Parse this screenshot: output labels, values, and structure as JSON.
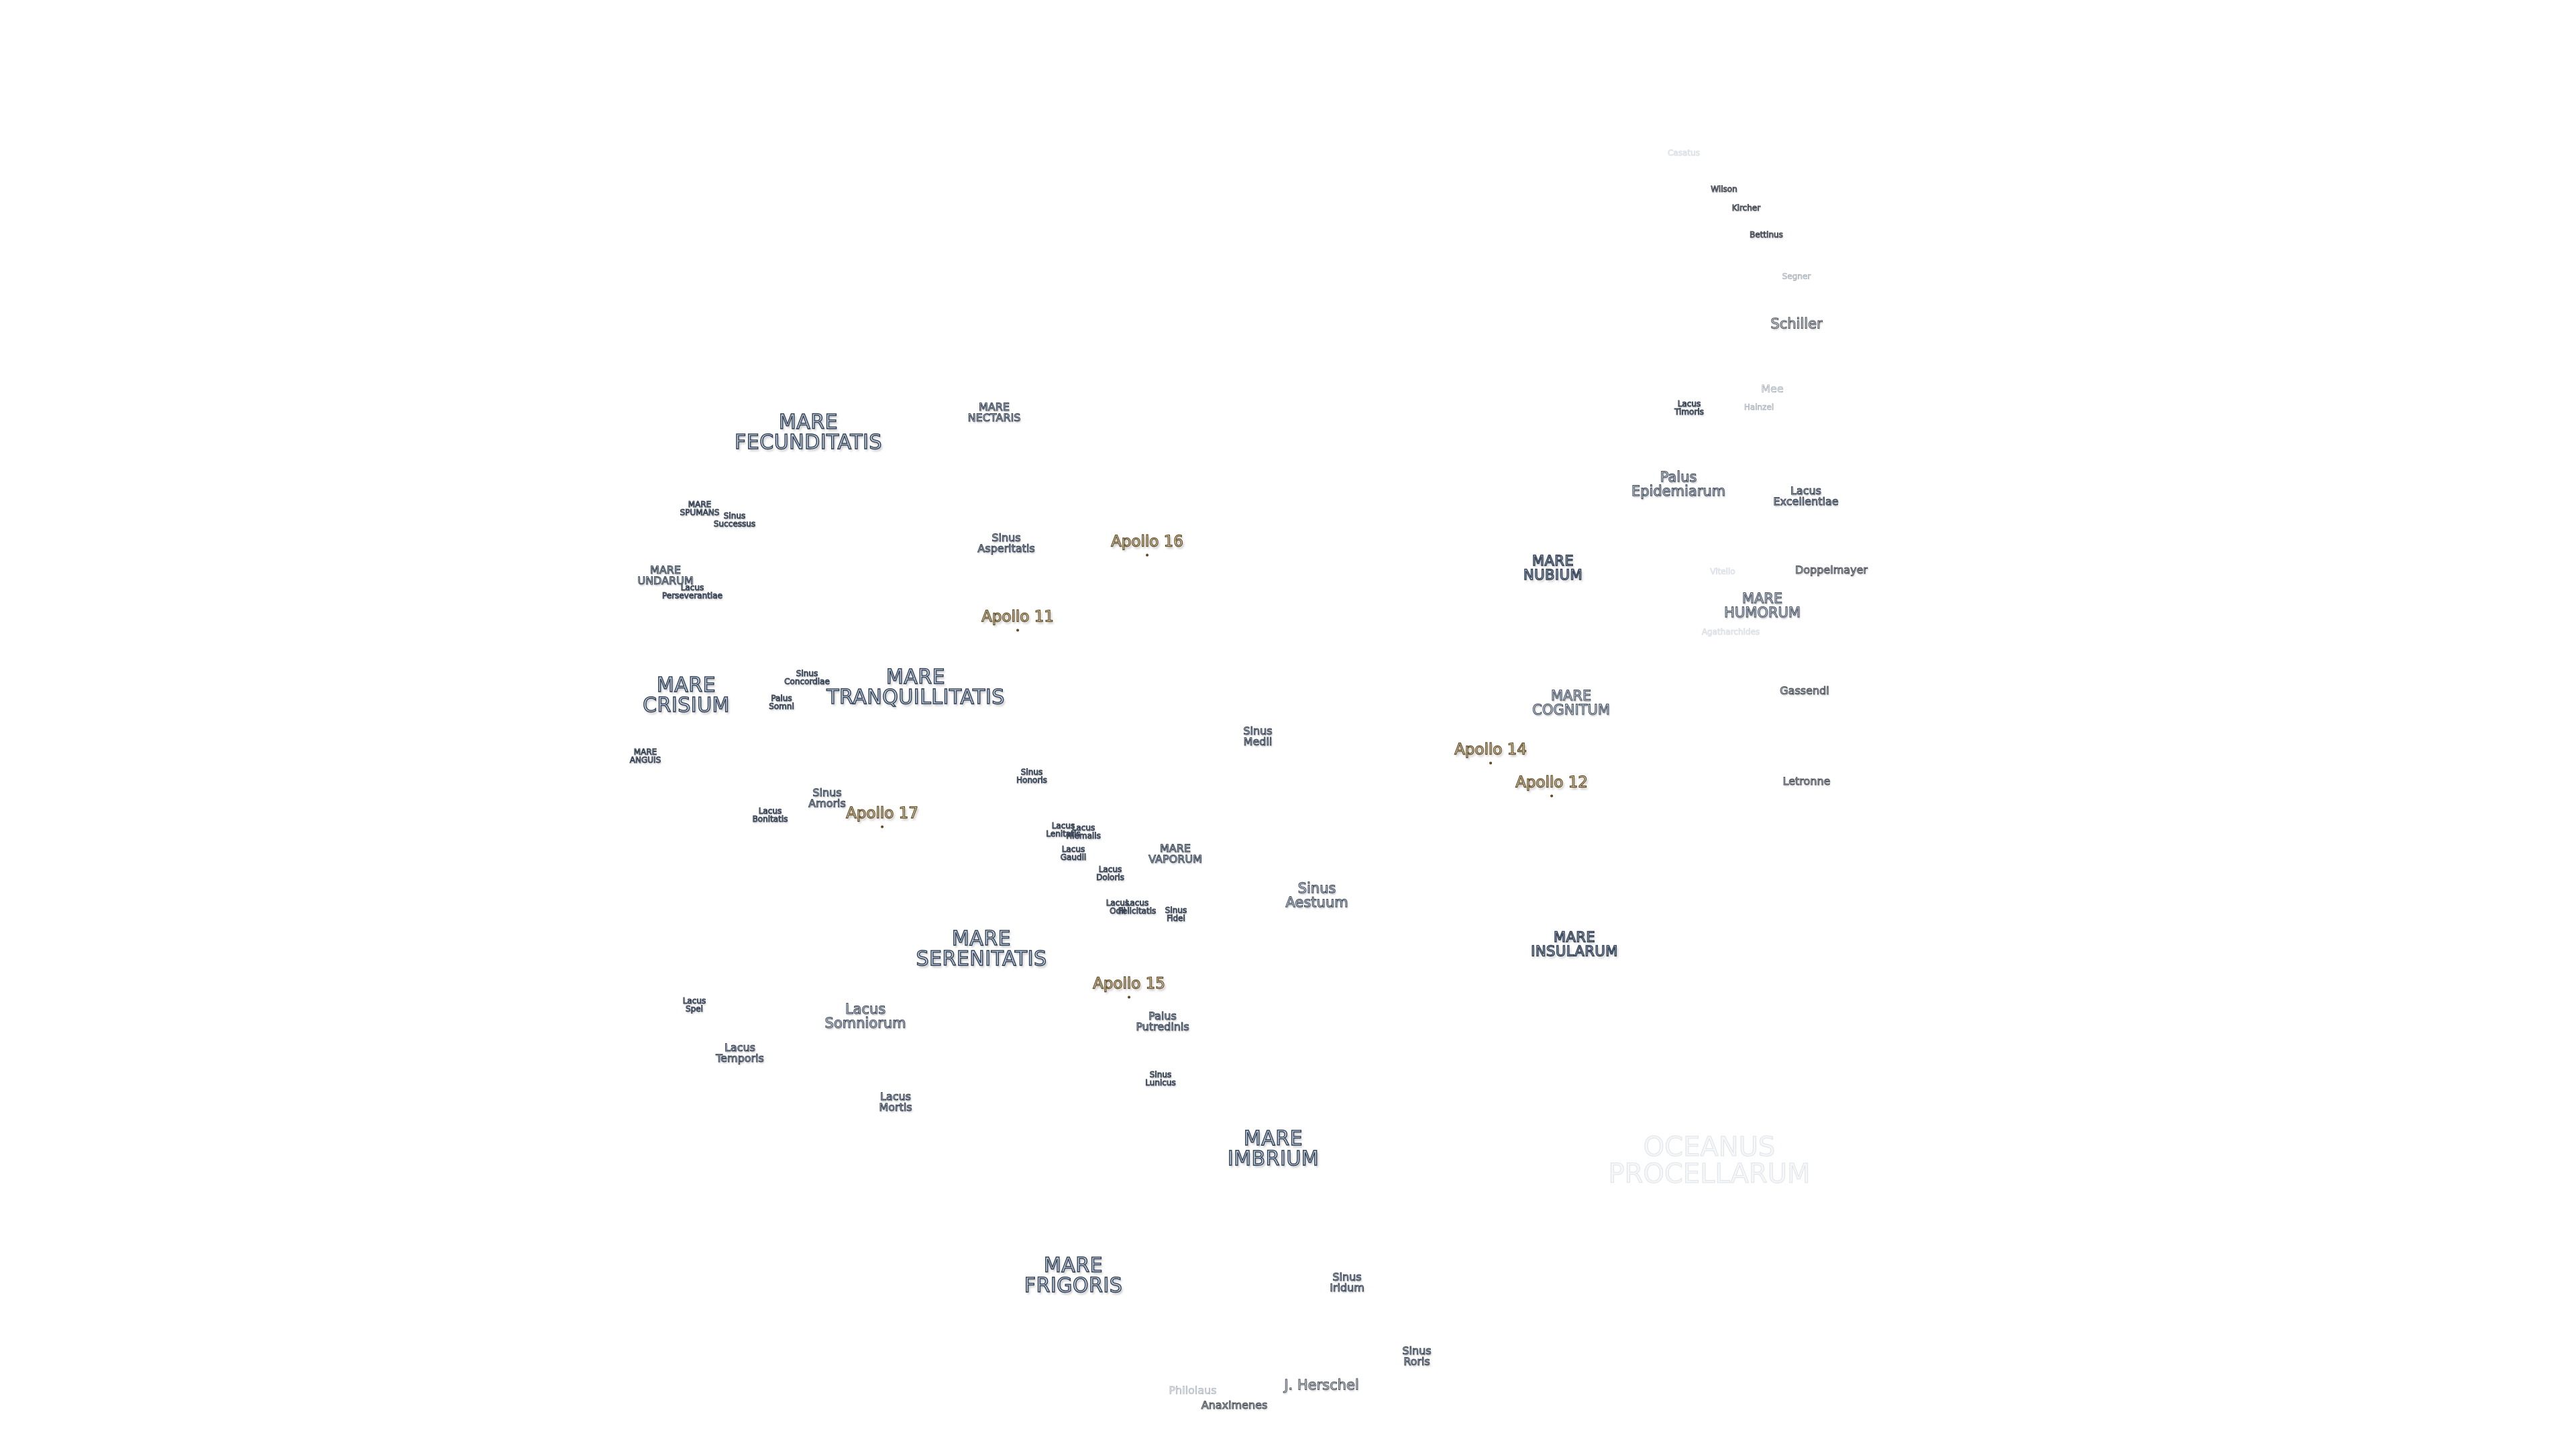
{
  "labels": [
    {
      "id": "mare-fecunditatis",
      "text": "MARE\nFECUNDITATIS",
      "kind": "mare"
    },
    {
      "id": "mare-nectaris",
      "text": "MARE\nNECTARIS",
      "kind": "small"
    },
    {
      "id": "mare-spumans",
      "text": "MARE\nSPUMANS",
      "kind": "small"
    },
    {
      "id": "sinus-successus",
      "text": "Sinus\nSuccessus",
      "kind": "small"
    },
    {
      "id": "mare-undarum",
      "text": "MARE\nUNDARUM",
      "kind": "small"
    },
    {
      "id": "lacus-perseverantiae",
      "text": "Lacus\nPerseverantiae",
      "kind": "small"
    },
    {
      "id": "sinus-asperitatis",
      "text": "Sinus\nAsperitatis",
      "kind": "small"
    },
    {
      "id": "apollo-16",
      "text": "Apollo 16",
      "kind": "apollo"
    },
    {
      "id": "apollo-11",
      "text": "Apollo 11",
      "kind": "apollo"
    },
    {
      "id": "mare-crisium",
      "text": "MARE\nCRISIUM",
      "kind": "mare"
    },
    {
      "id": "sinus-concordiae",
      "text": "Sinus\nConcordiae",
      "kind": "small"
    },
    {
      "id": "palus-somni",
      "text": "Palus\nSomni",
      "kind": "small"
    },
    {
      "id": "mare-tranquillitatis",
      "text": "MARE\nTRANQUILLITATIS",
      "kind": "mare"
    },
    {
      "id": "mare-anguis",
      "text": "MARE\nANGUIS",
      "kind": "small"
    },
    {
      "id": "sinus-amoris",
      "text": "Sinus\nAmoris",
      "kind": "small"
    },
    {
      "id": "lacus-bonitatis",
      "text": "Lacus\nBonitatis",
      "kind": "small"
    },
    {
      "id": "apollo-17",
      "text": "Apollo 17",
      "kind": "apollo"
    },
    {
      "id": "sinus-medii",
      "text": "Sinus\nMedii",
      "kind": "small"
    },
    {
      "id": "sinus-honoris",
      "text": "Sinus\nHonoris",
      "kind": "small"
    },
    {
      "id": "lacus-lenitatis",
      "text": "Lacus\nLenitatis",
      "kind": "small"
    },
    {
      "id": "lacus-hiemalis",
      "text": "Lacus\nHiemalis",
      "kind": "small"
    },
    {
      "id": "lacus-gaudii",
      "text": "Lacus\nGaudii",
      "kind": "small"
    },
    {
      "id": "lacus-doloris",
      "text": "Lacus\nDoloris",
      "kind": "small"
    },
    {
      "id": "mare-vaporum",
      "text": "MARE\nVAPORUM",
      "kind": "small"
    },
    {
      "id": "lacus-odii",
      "text": "Lacus\nOdii",
      "kind": "small"
    },
    {
      "id": "lacus-felicitatis",
      "text": "Lacus\nFelicitatis",
      "kind": "small"
    },
    {
      "id": "sinus-fidei",
      "text": "Sinus\nFidei",
      "kind": "small"
    },
    {
      "id": "sinus-aestuum",
      "text": "Sinus\nAestuum",
      "kind": "small"
    },
    {
      "id": "mare-serenitatis",
      "text": "MARE\nSERENITATIS",
      "kind": "mare"
    },
    {
      "id": "apollo-15",
      "text": "Apollo 15",
      "kind": "apollo"
    },
    {
      "id": "lacus-spei",
      "text": "Lacus\nSpei",
      "kind": "small"
    },
    {
      "id": "lacus-somniorum",
      "text": "Lacus\nSomniorum",
      "kind": "small"
    },
    {
      "id": "palus-putredinis",
      "text": "Palus\nPutredinis",
      "kind": "small"
    },
    {
      "id": "lacus-temporis",
      "text": "Lacus\nTemporis",
      "kind": "small"
    },
    {
      "id": "sinus-lunicus",
      "text": "Sinus\nLunicus",
      "kind": "small"
    },
    {
      "id": "lacus-mortis",
      "text": "Lacus\nMortis",
      "kind": "small"
    },
    {
      "id": "mare-imbrium",
      "text": "MARE\nIMBRIUM",
      "kind": "mare"
    },
    {
      "id": "mare-frigoris",
      "text": "MARE\nFRIGORIS",
      "kind": "mare"
    },
    {
      "id": "sinus-iridum",
      "text": "Sinus\nIridum",
      "kind": "small"
    },
    {
      "id": "sinus-roris",
      "text": "Sinus\nRoris",
      "kind": "small"
    },
    {
      "id": "j-herschel",
      "text": "J. Herschel",
      "kind": "crater"
    },
    {
      "id": "philolaus",
      "text": "Philolaus",
      "kind": "faint"
    },
    {
      "id": "anaximenes",
      "text": "Anaximenes",
      "kind": "crater"
    },
    {
      "id": "oceanus-procellarum",
      "text": "OCEANUS\nPROCELLARUM",
      "kind": "ghost"
    },
    {
      "id": "mare-insularum",
      "text": "MARE\nINSULARUM",
      "kind": "mare"
    },
    {
      "id": "mare-cognitum",
      "text": "MARE\nCOGNITUM",
      "kind": "small"
    },
    {
      "id": "mare-nubium",
      "text": "MARE\nNUBIUM",
      "kind": "mare"
    },
    {
      "id": "apollo-14",
      "text": "Apollo 14",
      "kind": "apollo"
    },
    {
      "id": "apollo-12",
      "text": "Apollo 12",
      "kind": "apollo"
    },
    {
      "id": "palus-epidemiarum",
      "text": "Palus\nEpidemiarum",
      "kind": "small"
    },
    {
      "id": "lacus-excellentiae",
      "text": "Lacus\nExcellentiae",
      "kind": "small"
    },
    {
      "id": "lacus-timoris",
      "text": "Lacus\nTimoris",
      "kind": "small"
    },
    {
      "id": "mee",
      "text": "Mee",
      "kind": "faint"
    },
    {
      "id": "hainzel",
      "text": "Hainzel",
      "kind": "faint"
    },
    {
      "id": "mare-humorum",
      "text": "MARE\nHUMORUM",
      "kind": "small"
    },
    {
      "id": "doppelmayer",
      "text": "Doppelmayer",
      "kind": "crater"
    },
    {
      "id": "gassendi",
      "text": "Gassendi",
      "kind": "crater"
    },
    {
      "id": "letronne",
      "text": "Letronne",
      "kind": "crater"
    },
    {
      "id": "schiller",
      "text": "Schiller",
      "kind": "crater"
    },
    {
      "id": "segner",
      "text": "Segner",
      "kind": "faint"
    },
    {
      "id": "bettinus",
      "text": "Bettinus",
      "kind": "crater"
    },
    {
      "id": "kircher",
      "text": "Kircher",
      "kind": "crater"
    },
    {
      "id": "wilson",
      "text": "Wilson",
      "kind": "crater"
    },
    {
      "id": "casatus",
      "text": "Casatus",
      "kind": "ghost"
    },
    {
      "id": "vitello",
      "text": "Vitello",
      "kind": "ghost"
    },
    {
      "id": "agatharchides",
      "text": "Agatharchides",
      "kind": "ghost"
    }
  ]
}
